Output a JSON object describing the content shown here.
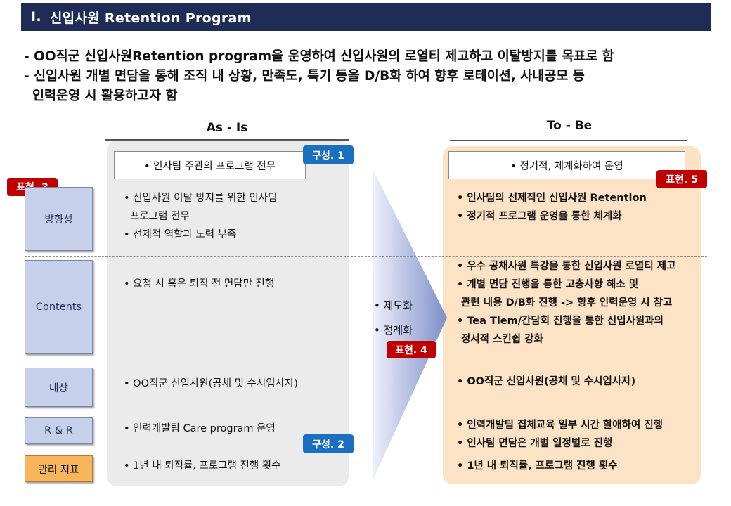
{
  "header": {
    "number": "Ⅰ.",
    "title": "신입사원 Retention Program"
  },
  "intro": {
    "line1": "- OO직군 신입사원Retention program을 운영하여 신입사원의 로열티 제고하고 이탈방지를 목표로 함",
    "line2": "- 신입사원 개별 면담을 통해 조직 내 상황, 만족도, 특기 등을 D/B화 하여 향후 로테이션, 사내공모 등",
    "line3": "인력운영 시 활용하고자 함"
  },
  "asis": {
    "title": "As - Is",
    "summary": "• 인사팀 주관의 프로그램 전무",
    "tag1": "구성. 1",
    "tag2": "구성. 2",
    "direction": [
      "• 신입사원 이탈 방지를 위한  인사팀",
      "  프로그램 전무",
      "• 선제적 역할과 노력 부족"
    ],
    "contents": [
      "• 요청 시 혹은 퇴직 전 면담만 진행"
    ],
    "target": [
      "• OO직군 신입사원(공채 및 수시입사자)"
    ],
    "rnr": [
      "• 인력개발팀 Care program 운영"
    ],
    "kpi": [
      "• 1년 내 퇴직률, 프로그램 진행 횟수"
    ]
  },
  "tobe": {
    "title": "To - Be",
    "summary": "• 정기적, 체계화하여 운영",
    "tag5": "표현. 5",
    "direction": [
      "• 인사팀의 선제적인 신입사원 Retention",
      "• 정기적 프로그램 운영을 통한 체계화"
    ],
    "contents": [
      "• 우수 공채사원 특강을 통한 신입사원 로열티 제고",
      "• 개별 면담 진행을 통한 고충사항 해소 및",
      "  관련 내용 D/B화 진행 -> 향후 인력운영 시 참고",
      "• Tea Tiem/간담회 진행을 통한 신입사원과의",
      "  정서적 스킨쉽 강화"
    ],
    "target": [
      "• OO직군 신입사원(공채 및 수시입사자)"
    ],
    "rnr": [
      "• 인력개발팀 집체교육 일부 시간 할애하여 진행",
      "• 인사팀 면담은 개별 일정별로 진행"
    ],
    "kpi": [
      "• 1년 내 퇴직률, 프로그램 진행 횟수"
    ]
  },
  "labels": {
    "tag3": "표현. 3",
    "direction": "방향성",
    "contents": "Contents",
    "target": "대상",
    "rnr": "R & R",
    "kpi": "관리 지표"
  },
  "arrow": {
    "item1": "• 제도화",
    "item2": "• 정례화",
    "tag4": "표현. 4"
  },
  "colors": {
    "header_bg": "#1f2d56",
    "tag_blue": "#1a6fc1",
    "tag_red": "#c00000",
    "label_blue": "#c6d0ea",
    "label_orange": "#f8b55c",
    "tobe_panel": "#fde3c5",
    "asis_panel": "#ebebeb"
  }
}
